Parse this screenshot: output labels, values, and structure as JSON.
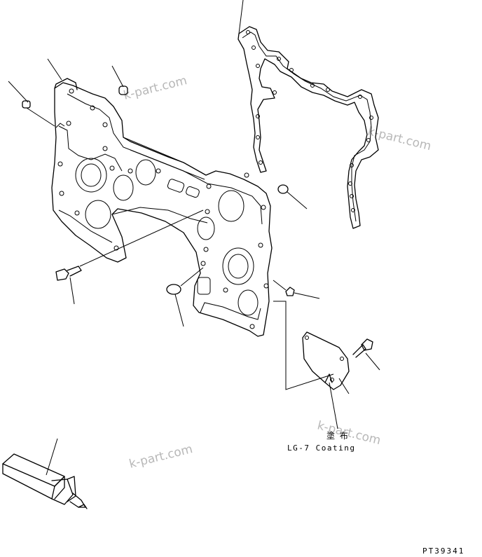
{
  "watermark": {
    "text": "k-part.com"
  },
  "annotation": {
    "jp_text": "塗 布",
    "coating_text": "LG-7 Coating"
  },
  "figure_code": "PT39341"
}
